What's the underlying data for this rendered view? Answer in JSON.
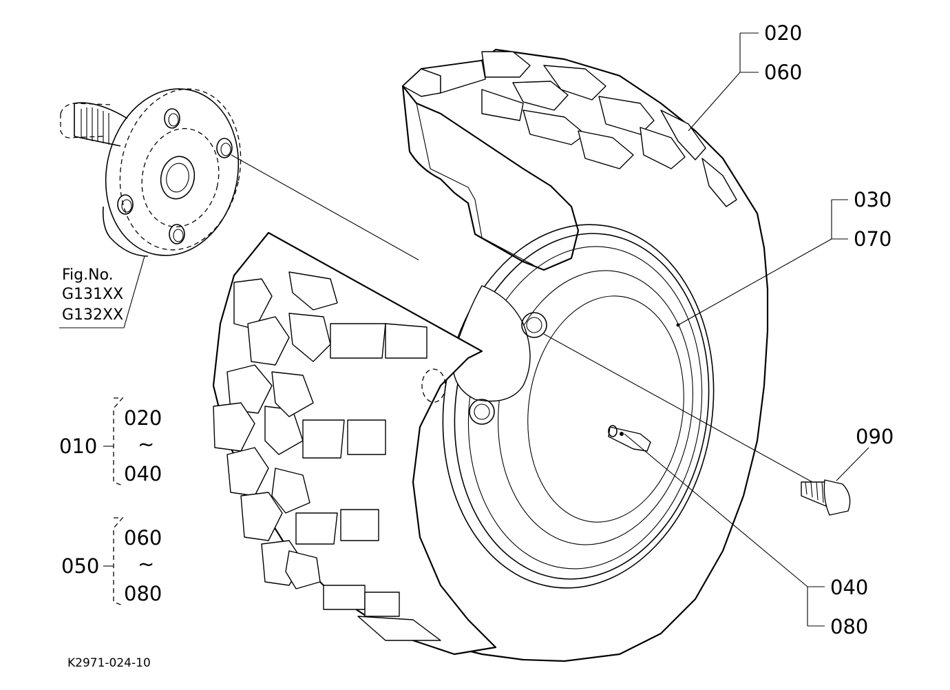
{
  "callouts": {
    "c020_top": "020",
    "c060_top": "060",
    "c030": "030",
    "c070": "070",
    "c090": "090",
    "c040_bottom": "040",
    "c080_bottom": "080"
  },
  "figure_ref": {
    "line1": "Fig.No.",
    "line2": "G131XX",
    "line3": "G132XX"
  },
  "assemblies": [
    {
      "id": "010",
      "from": "020",
      "tilde": "~",
      "to": "040"
    },
    {
      "id": "050",
      "from": "060",
      "tilde": "~",
      "to": "080"
    }
  ],
  "drawing_code": "K2971-024-10"
}
